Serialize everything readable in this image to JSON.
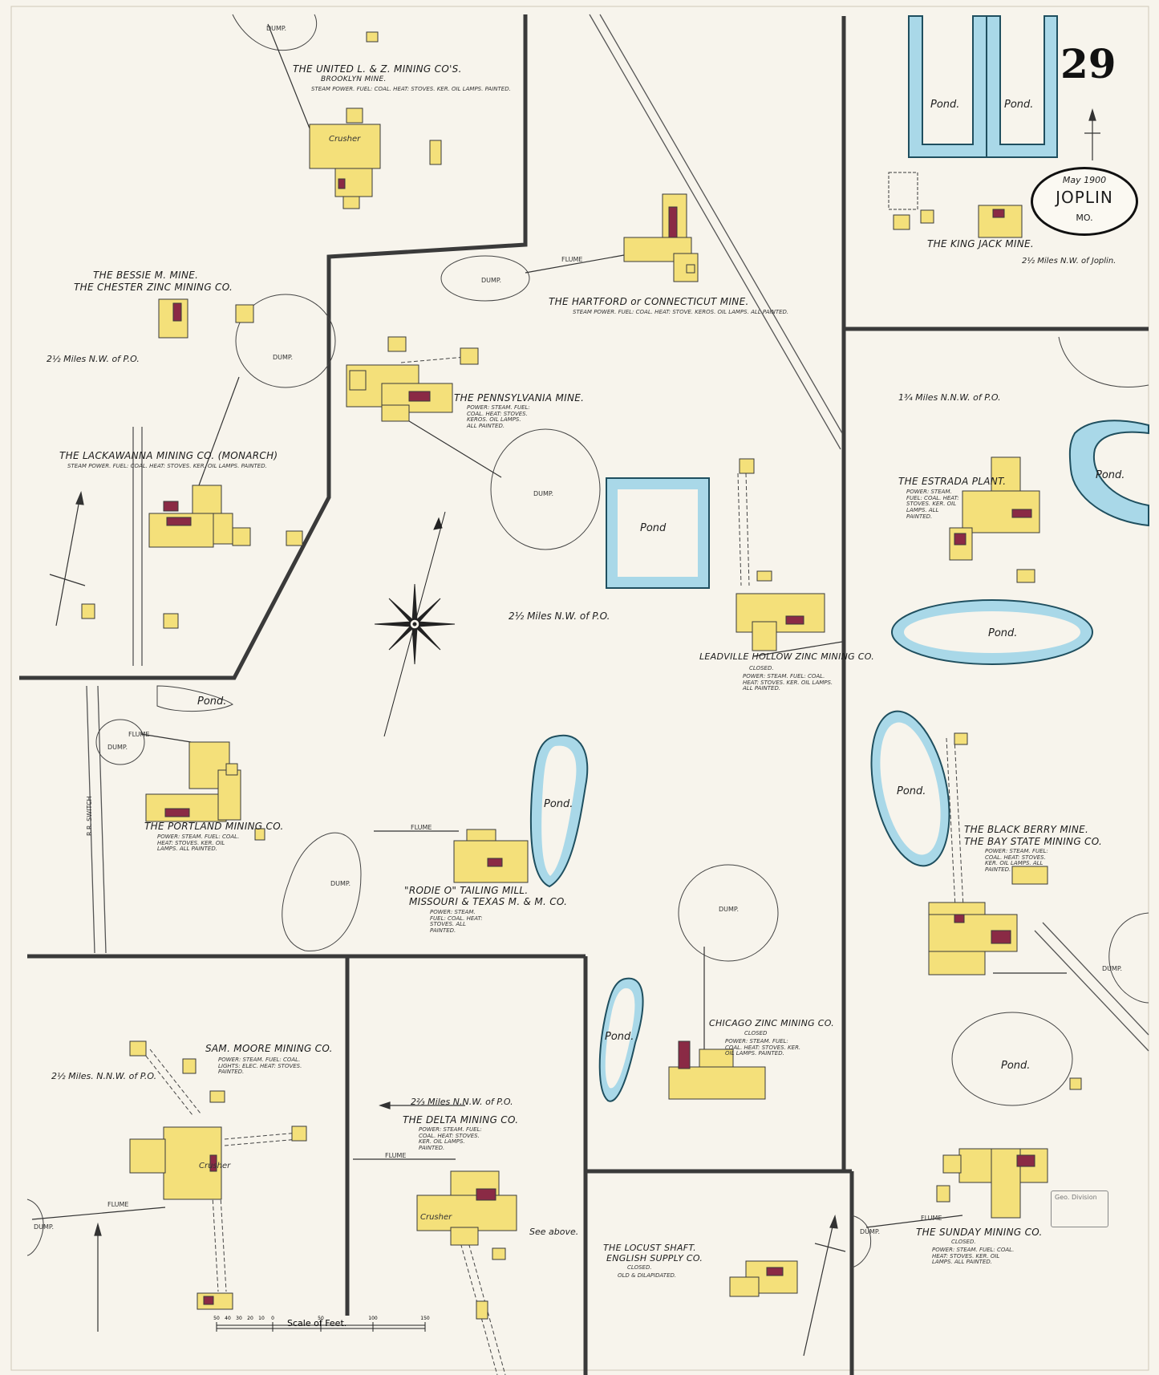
{
  "sheet": {
    "number": "29",
    "date": "May 1900",
    "city": "JOPLIN",
    "state": "MO."
  },
  "colors": {
    "building": "#f4e07a",
    "pond": "#a9d8e8",
    "line": "#2b2b2b",
    "paper": "#f7f4ec",
    "engine": "#8a2a45"
  },
  "labels": {
    "united_title": "THE UNITED L. & Z. MINING CO'S.",
    "united_sub": "BROOKLYN MINE.",
    "united_note": "STEAM POWER. FUEL: COAL. HEAT: STOVES. KER. OIL LAMPS. PAINTED.",
    "bessie_title": "THE BESSIE M. MINE.",
    "bessie_sub": "THE CHESTER ZINC MINING CO.",
    "bessie_dist": "2½ Miles N.W. of P.O.",
    "lackawanna_title": "THE LACKAWANNA MINING CO. (MONARCH)",
    "lackawanna_note": "STEAM POWER. FUEL: COAL. HEAT: STOVES. KER. OIL LAMPS. PAINTED.",
    "hartford_title": "THE HARTFORD or CONNECTICUT MINE.",
    "hartford_note": "STEAM POWER. FUEL: COAL. HEAT: STOVE. KEROS. OIL LAMPS. ALL PAINTED.",
    "penn_title": "THE PENNSYLVANIA MINE.",
    "penn_note": "POWER: STEAM. FUEL: COAL. HEAT: STOVES. KEROS. OIL LAMPS. ALL PAINTED.",
    "king_jack_title": "THE KING JACK MINE.",
    "king_jack_dist": "2½ Miles N.W. of Joplin.",
    "estrada_title": "THE ESTRADA PLANT.",
    "estrada_dist": "1¾ Miles N.N.W. of P.O.",
    "estrada_note": "POWER: STEAM. FUEL: COAL. HEAT: STOVES. KER. OIL LAMPS. ALL PAINTED.",
    "center_dist": "2½ Miles N.W. of P.O.",
    "leadville_title": "LEADVILLE HOLLOW ZINC MINING CO.",
    "leadville_sub": "CLOSED.",
    "leadville_note": "POWER: STEAM. FUEL: COAL. HEAT: STOVES. KER. OIL LAMPS. ALL PAINTED.",
    "portland_title": "THE PORTLAND MINING CO.",
    "portland_note": "POWER: STEAM. FUEL: COAL. HEAT: STOVES. KER. OIL LAMPS. ALL PAINTED.",
    "rodie_title": "\"RODIE O\" TAILING MILL.",
    "rodie_sub": "MISSOURI & TEXAS M. & M. CO.",
    "rodie_note": "POWER: STEAM. FUEL: COAL. HEAT: STOVES. ALL PAINTED.",
    "blackberry_title": "THE BLACK BERRY MINE.",
    "blackberry_sub": "THE BAY STATE MINING CO.",
    "blackberry_note": "POWER: STEAM. FUEL: COAL. HEAT: STOVES. KER. OIL LAMPS. ALL PAINTED.",
    "sam_moore_title": "SAM. MOORE MINING CO.",
    "sam_moore_dist": "2½ Miles. N.N.W. of P.O.",
    "sam_moore_note": "POWER: STEAM. FUEL: COAL. LIGHTS: ELEC. HEAT: STOVES. PAINTED.",
    "delta_dist": "2⅔ Miles N.N.W. of P.O.",
    "delta_title": "THE DELTA MINING CO.",
    "delta_note": "POWER: STEAM. FUEL: COAL. HEAT: STOVES. KER. OIL LAMPS. PAINTED.",
    "see_above": "See above.",
    "chicago_title": "CHICAGO ZINC MINING CO.",
    "chicago_sub": "CLOSED",
    "chicago_note": "POWER: STEAM. FUEL: COAL. HEAT: STOVES. KER. OIL LAMPS. PAINTED.",
    "locust_title": "THE LOCUST SHAFT.",
    "locust_sub": "ENGLISH SUPPLY CO.",
    "locust_closed": "CLOSED.",
    "locust_note": "OLD & DILAPIDATED.",
    "sunday_title": "THE SUNDAY MINING CO.",
    "sunday_sub": "CLOSED.",
    "sunday_note": "POWER: STEAM. FUEL: COAL. HEAT: STOVES. KER. OIL LAMPS. ALL PAINTED.",
    "pond": "Pond.",
    "pond_plain": "Pond",
    "dump": "DUMP.",
    "flume": "FLUME",
    "crusher": "Crusher",
    "rr_switch": "R.R. SWITCH",
    "scale_title": "Scale of Feet.",
    "stamp_text": "Geo. Division"
  },
  "scale_ticks": [
    "50",
    "40",
    "30",
    "20",
    "10",
    "0",
    "50",
    "100",
    "150"
  ]
}
